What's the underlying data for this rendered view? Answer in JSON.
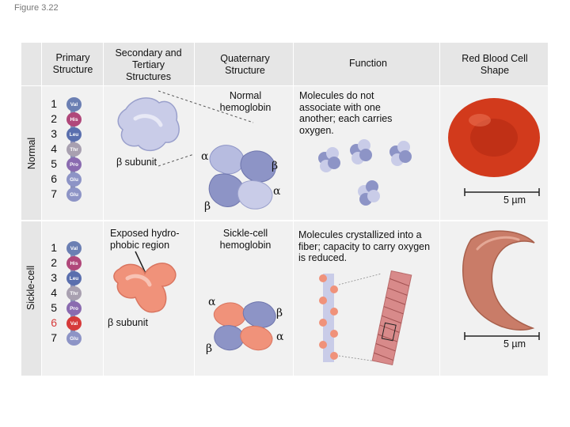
{
  "figure_label": "Figure 3.22",
  "headers": {
    "primary": "Primary Structure",
    "secondary": "Secondary and Tertiary Structures",
    "quaternary": "Quaternary Structure",
    "function": "Function",
    "rbc": "Red Blood Cell Shape"
  },
  "rows": {
    "normal": {
      "label": "Normal",
      "sequence": [
        {
          "n": "1",
          "aa": "Val"
        },
        {
          "n": "2",
          "aa": "His"
        },
        {
          "n": "3",
          "aa": "Leu"
        },
        {
          "n": "4",
          "aa": "Thr"
        },
        {
          "n": "5",
          "aa": "Pro"
        },
        {
          "n": "6",
          "aa": "Glu"
        },
        {
          "n": "7",
          "aa": "Glu"
        }
      ],
      "subunit_label": "β subunit",
      "hemoglobin_label": "Normal hemoglobin",
      "alpha1": "α",
      "beta1": "β",
      "alpha2": "α",
      "beta2": "β",
      "function_text": "Molecules do not associate with one another; each carries oxygen.",
      "scale": "5 µm"
    },
    "sickle": {
      "label": "Sickle-cell",
      "sequence": [
        {
          "n": "1",
          "aa": "Val"
        },
        {
          "n": "2",
          "aa": "His"
        },
        {
          "n": "3",
          "aa": "Leu"
        },
        {
          "n": "4",
          "aa": "Thr"
        },
        {
          "n": "5",
          "aa": "Pro"
        },
        {
          "n": "6",
          "aa": "Val"
        },
        {
          "n": "7",
          "aa": "Glu"
        }
      ],
      "exposed_label": "Exposed hydro-phobic region",
      "subunit_label": "β subunit",
      "hemoglobin_label": "Sickle-cell hemoglobin",
      "alpha1": "α",
      "beta1": "β",
      "alpha2": "α",
      "beta2": "β",
      "function_text": "Molecules crystallized into a fiber; capacity to carry oxygen is reduced.",
      "scale": "5 µm"
    }
  },
  "colors": {
    "bead_val": "#6b7fb3",
    "bead_his": "#b0477a",
    "bead_leu": "#5a6fae",
    "bead_thr": "#a8a0b0",
    "bead_pro": "#8a6bb0",
    "bead_glu": "#8d94c6",
    "mutant_val": "#d63a3a",
    "normal_protein": "#c9cce8",
    "sickle_protein": "#f0927a",
    "normal_rbc": "#d23a1c",
    "sickle_rbc": "#c97c68"
  }
}
